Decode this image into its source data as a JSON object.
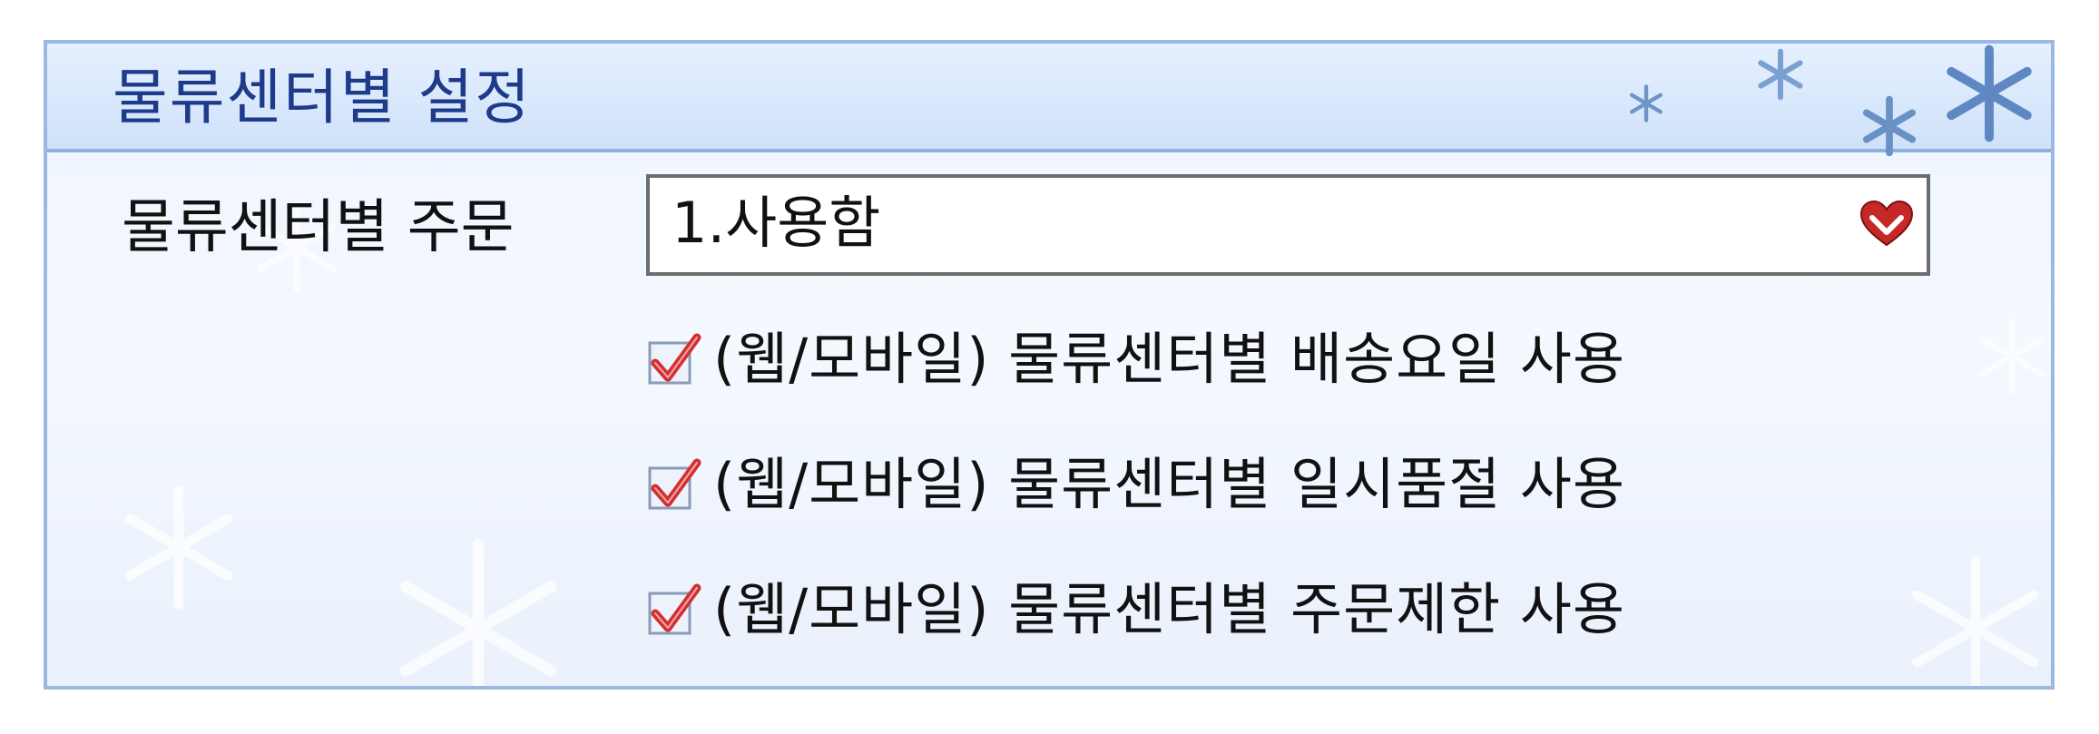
{
  "panel": {
    "title": "물류센터별 설정"
  },
  "order_setting": {
    "label": "물류센터별 주문",
    "selected": "1.사용함"
  },
  "options": [
    {
      "label": "(웹/모바일) 물류센터별 배송요일 사용",
      "checked": true
    },
    {
      "label": "(웹/모바일) 물류센터별 일시품절 사용",
      "checked": true
    },
    {
      "label": "(웹/모바일) 물류센터별 주문제한 사용",
      "checked": true
    }
  ],
  "colors": {
    "title": "#1e3a8a",
    "border": "#9ab9e2",
    "check": "#d32f2f"
  },
  "icons": {
    "dropdown": "heart-chevron-icon",
    "checkbox": "checkmark-icon",
    "decoration": "snowflake-icon"
  }
}
